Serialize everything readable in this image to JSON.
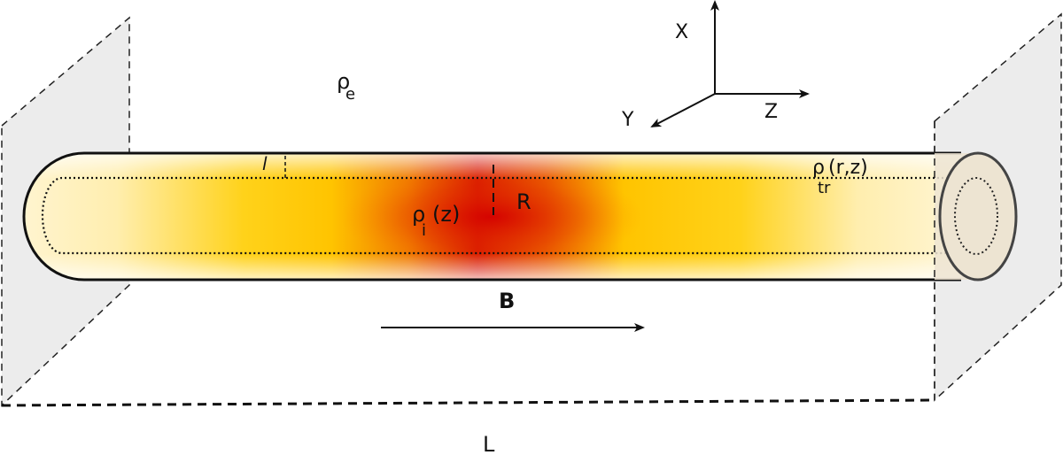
{
  "labels": {
    "rho_e": {
      "base": "ρ",
      "sub": "e"
    },
    "rho_i": {
      "base": "ρ",
      "sub": "i",
      "arg": "(z)"
    },
    "rho_tr": {
      "base": "ρ",
      "sub": "tr",
      "arg": "(r,z)"
    },
    "R": "R",
    "l": "l",
    "B": "B",
    "L": "L",
    "axis_x": "X",
    "axis_y": "Y",
    "axis_z": "Z"
  },
  "colors": {
    "core": "#d40000",
    "mid": "#ff6a00",
    "yellow": "#ffcc00",
    "pale": "#fff5d5",
    "plane": "#ececec",
    "endcap": "#ede4d2"
  }
}
